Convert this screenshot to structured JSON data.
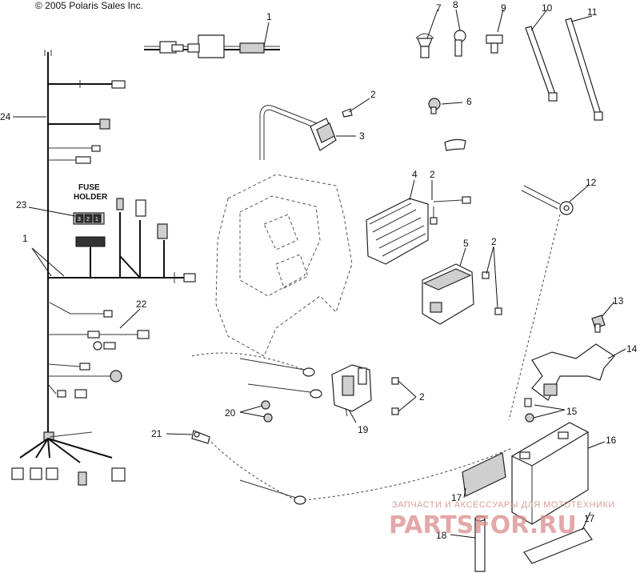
{
  "header": {
    "copyright": "© 2005 Polaris Sales Inc."
  },
  "fuse_holder": {
    "line1": "FUSE",
    "line2": "HOLDER",
    "fuse_numbers": [
      "3",
      "2",
      "1"
    ]
  },
  "callouts": {
    "c1a": "1",
    "c1b": "1",
    "c2a": "2",
    "c2b": "2",
    "c2c": "2",
    "c2d": "2",
    "c3": "3",
    "c4": "4",
    "c5": "5",
    "c6": "6",
    "c7": "7",
    "c8": "8",
    "c9": "9",
    "c10": "10",
    "c11": "11",
    "c12": "12",
    "c13": "13",
    "c14": "14",
    "c15": "15",
    "c16": "16",
    "c17a": "17",
    "c17b": "17",
    "c18": "18",
    "c19": "19",
    "c20": "20",
    "c21": "21",
    "c22": "22",
    "c23": "23",
    "c24": "24"
  },
  "watermark": {
    "tagline": "ЗАПЧАСТИ И АКСЕССУАРЫ ДЛЯ МОТОТЕХНИКИ",
    "brand": "PARTSFOR.RU"
  }
}
